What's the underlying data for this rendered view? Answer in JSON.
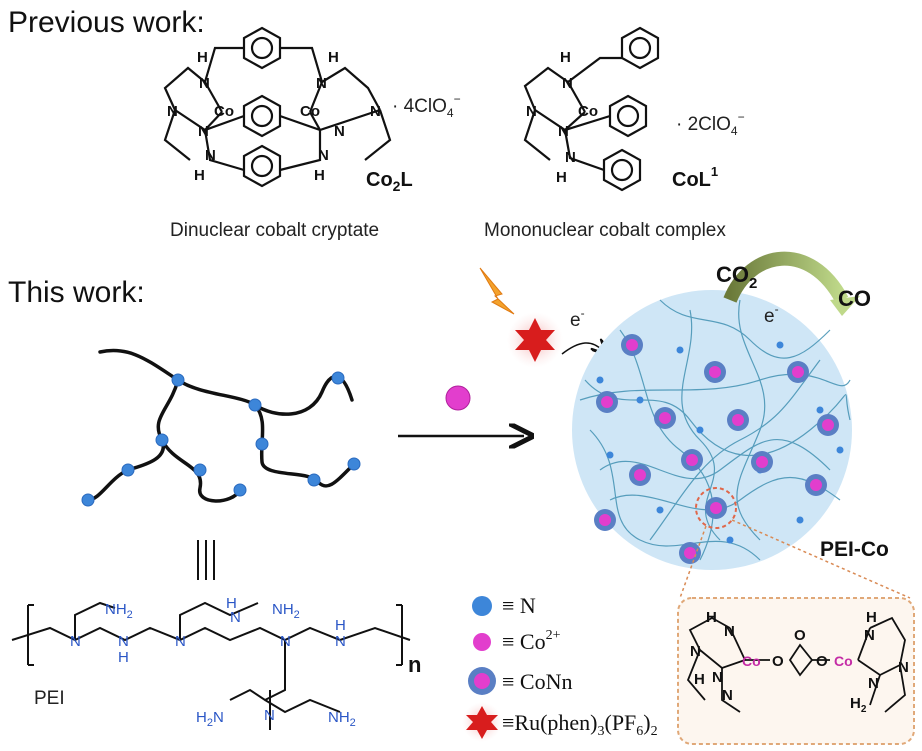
{
  "previous_work": {
    "heading": "Previous work:",
    "left": {
      "caption": "Dinuclear cobalt cryptate",
      "label": "Co",
      "label_sub": "2",
      "label_tail": "L",
      "anion": "· 4ClO",
      "anion_sub": "4",
      "anion_sup": "−"
    },
    "right": {
      "caption": "Mononuclear cobalt complex",
      "label": "CoL",
      "label_sup": "1",
      "anion": "· 2ClO",
      "anion_sub": "4",
      "anion_sup": "−"
    },
    "atoms": {
      "N": "N",
      "H": "H",
      "Co": "Co"
    }
  },
  "this_work": {
    "heading": "This work:",
    "triple_bar": "|||",
    "polymer_label": "PEI",
    "repeat_n": "n",
    "nh2": "NH",
    "nh2_sub": "2",
    "h2n": "H",
    "h2n_sub": "2",
    "h2n_tail": "N",
    "n_atom": "N",
    "h_atom": "H",
    "electron": "e",
    "electron_sup": "-",
    "co2": "CO",
    "co2_sub": "2",
    "co": "CO",
    "product_label": "PEI-Co",
    "detail": {
      "co": "Co",
      "o": "O",
      "n": "N",
      "h": "H",
      "h2": "H",
      "h2_sub": "2"
    }
  },
  "legend": {
    "n": "≡ N",
    "co": "≡ Co",
    "co_sup": "2+",
    "conn": "≡ CoNn",
    "ru_pre": "≡Ru(phen)",
    "ru_sub1": "3",
    "ru_mid": "(PF",
    "ru_sub2": "6",
    "ru_end": ")",
    "ru_sub3": "2"
  },
  "colors": {
    "nitrogen_dot": "#3d86d9",
    "cobalt_dot": "#e23ecd",
    "sphere_fill": "#cfe6f6",
    "star_red": "#d81d1d",
    "detail_border": "#e0a878",
    "co_label": "#c42ca6",
    "amine_blue": "#2a56c6"
  },
  "icons": [
    "lightning-icon",
    "star-photosensitizer-icon",
    "arrow-right-icon",
    "curved-arrow-icon"
  ]
}
